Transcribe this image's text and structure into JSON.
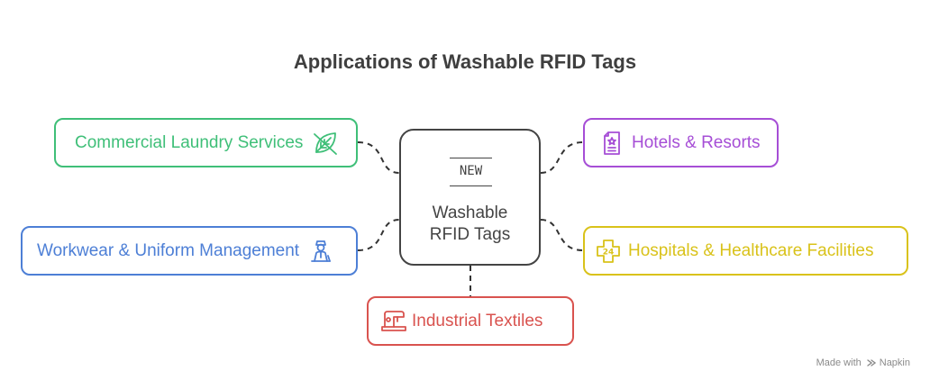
{
  "title": "Applications of Washable RFID Tags",
  "center": {
    "badge": "NEW",
    "label_line1": "Washable",
    "label_line2": "RFID Tags"
  },
  "nodes": {
    "laundry": {
      "label": "Commercial Laundry Services",
      "icon": "leaf-crossed-icon",
      "color": "#3fbf78"
    },
    "workwear": {
      "label": "Workwear & Uniform Management",
      "icon": "worker-icon",
      "color": "#4d7fd6"
    },
    "hotels": {
      "label": "Hotels & Resorts",
      "icon": "hotel-key-card-icon",
      "color": "#a64ed6"
    },
    "hospitals": {
      "label": "Hospitals & Healthcare Facilities",
      "icon": "medical-cross-24-icon",
      "color": "#d9c21a"
    },
    "industrial": {
      "label": "Industrial Textiles",
      "icon": "sewing-machine-icon",
      "color": "#d9534f"
    }
  },
  "connector_color": "#333333",
  "footer": {
    "made_with": "Made with",
    "brand": "Napkin"
  }
}
